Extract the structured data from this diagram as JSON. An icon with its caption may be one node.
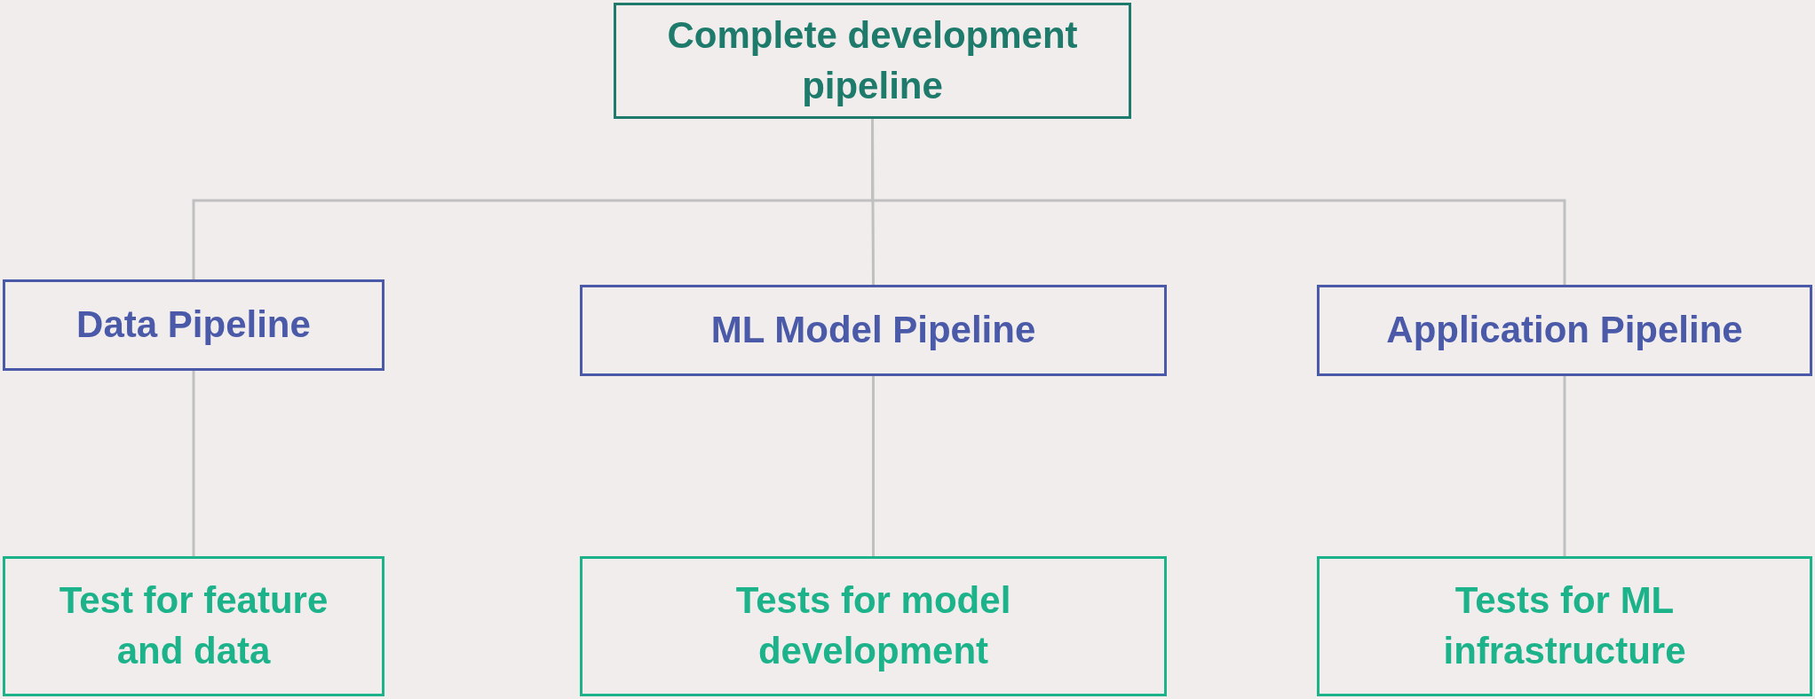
{
  "diagram": {
    "nodes": [
      {
        "text": [
          "Complete development pipeline"
        ]
      },
      {
        "text": [
          "Data Pipeline"
        ]
      },
      {
        "text": [
          "ML Model Pipeline"
        ]
      },
      {
        "text": [
          "Application Pipeline"
        ]
      },
      {
        "text": [
          "Test for feature and data"
        ]
      },
      {
        "text": [
          "Tests for model development"
        ]
      },
      {
        "text": [
          "Tests for ML infrastructure"
        ]
      }
    ],
    "edges": [
      {
        "from": 0,
        "to": 1,
        "arrow": "none"
      },
      {
        "from": 0,
        "to": 2,
        "arrow": "none"
      },
      {
        "from": 0,
        "to": 3,
        "arrow": "none"
      },
      {
        "from": 1,
        "to": 4,
        "arrow": "none"
      },
      {
        "from": 2,
        "to": 5,
        "arrow": "none"
      },
      {
        "from": 3,
        "to": 6,
        "arrow": "none"
      }
    ]
  }
}
